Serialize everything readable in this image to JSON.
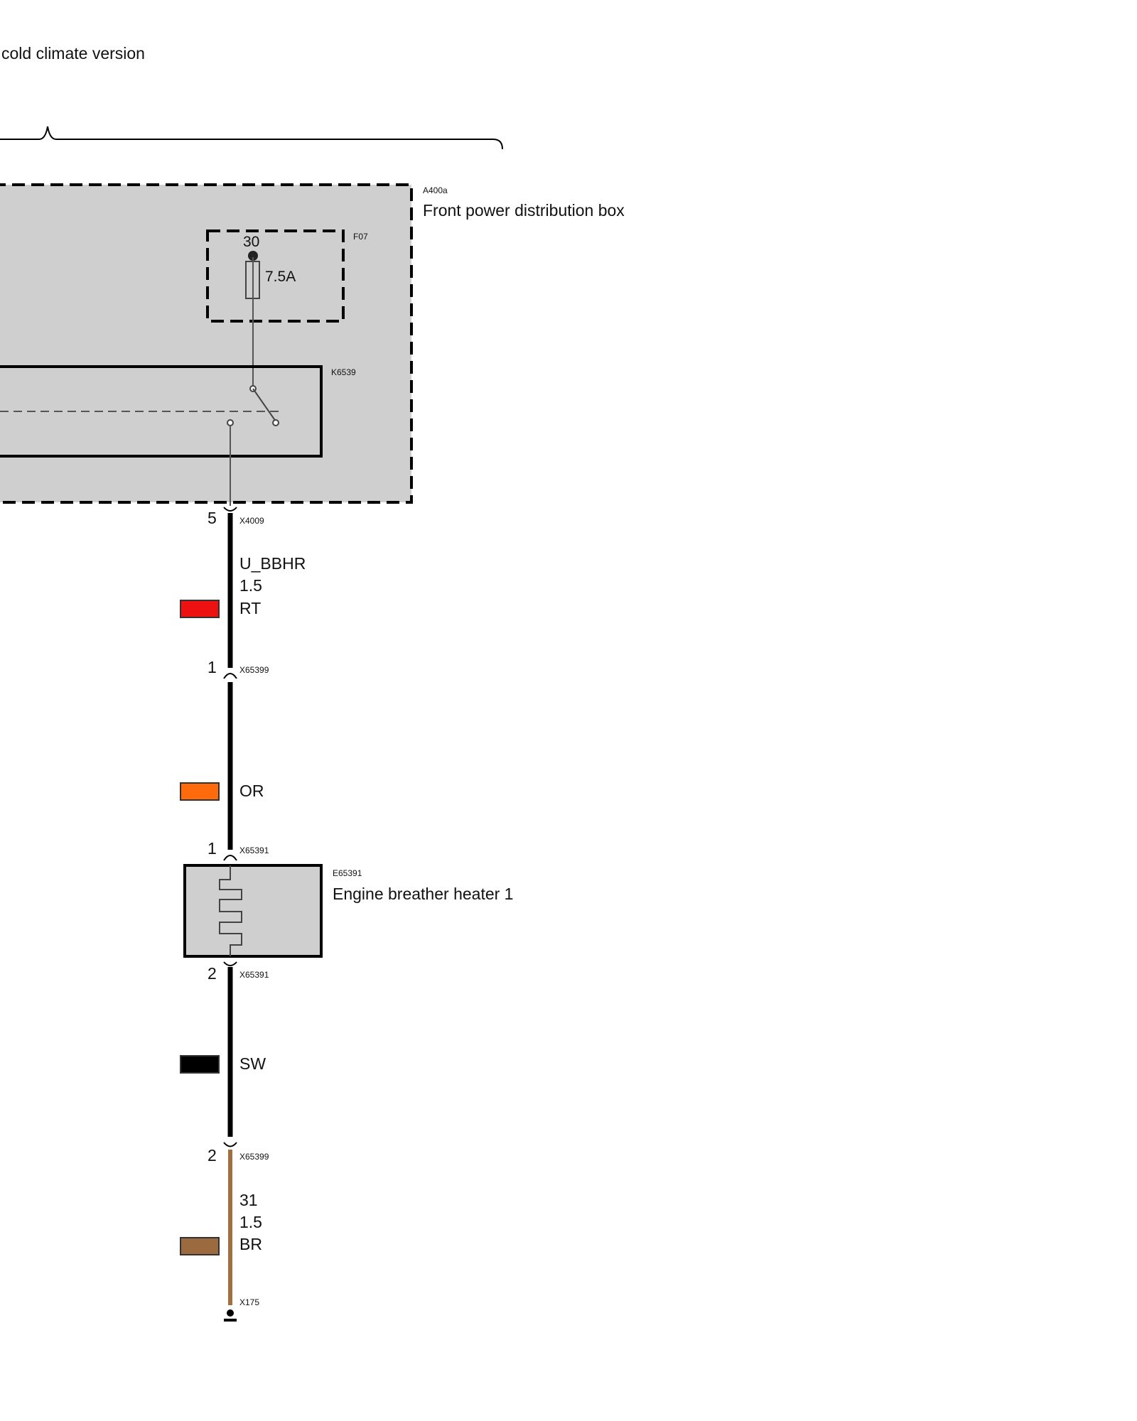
{
  "header": {
    "variant_label": "cold climate version"
  },
  "components": {
    "distribution_box": {
      "id": "A400a",
      "name": "Front power distribution box"
    },
    "fuse": {
      "id": "F07",
      "terminal": "30",
      "rating": "7.5A"
    },
    "relay": {
      "id": "K6539"
    },
    "heater": {
      "id": "E65391",
      "name": "Engine breather heater 1"
    },
    "ground": {
      "id": "X175"
    }
  },
  "wires": [
    {
      "from_pin": "5",
      "from_connector": "X4009",
      "signal": "U_BBHR",
      "gauge": "1.5",
      "color_code": "RT",
      "swatch": "#ee1111",
      "to_pin": "1",
      "to_connector": "X65399"
    },
    {
      "color_code": "OR",
      "swatch": "#ff6a0d",
      "to_pin": "1",
      "to_connector": "X65391"
    },
    {
      "from_pin": "2",
      "from_connector": "X65391",
      "color_code": "SW",
      "swatch": "#000000",
      "to_pin": "2",
      "to_connector": "X65399"
    },
    {
      "signal": "31",
      "gauge": "1.5",
      "color_code": "BR",
      "swatch": "#9b6a3e",
      "stroke": "#a0703f"
    }
  ],
  "colors": {
    "box_fill": "#cfcfcf",
    "wire": "#000000",
    "thin_wire": "#555555"
  }
}
